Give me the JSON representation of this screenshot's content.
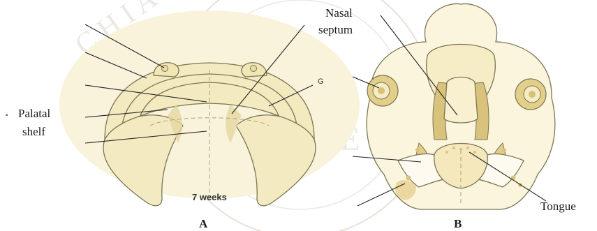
{
  "labels": {
    "palatal_shelf_line1": "Palatal",
    "palatal_shelf_line2": "shelf",
    "nasal_septum_line1": "Nasal",
    "nasal_septum_line2": "septum",
    "g": "G",
    "age": "7 weeks",
    "tongue": "Tongue",
    "panel_a": "A",
    "panel_b": "B"
  },
  "colors": {
    "tissue": "#f5ecc4",
    "tissue_dark": "#dcc98a",
    "outline": "#7a7654"
  }
}
